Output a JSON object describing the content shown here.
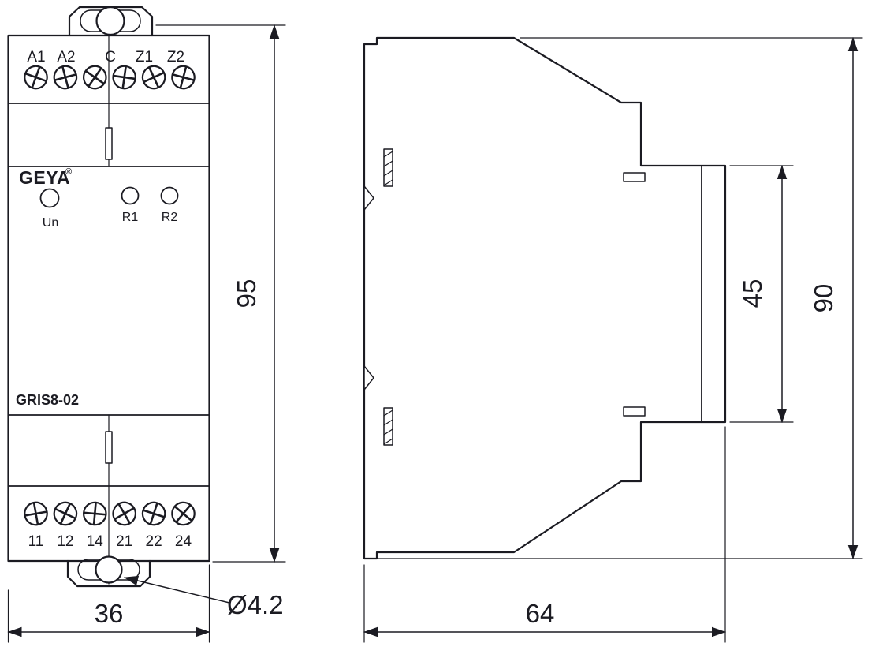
{
  "drawing": {
    "front": {
      "top_terminals": [
        "A1",
        "A2",
        "C",
        "Z1",
        "Z2"
      ],
      "bottom_terminals": [
        "11",
        "12",
        "14",
        "21",
        "22",
        "24"
      ],
      "brand": "GEYA",
      "registered": "®",
      "model": "GRIS8-02",
      "leds": [
        {
          "label": "Un",
          "color": "#1fa24b"
        },
        {
          "label": "R1",
          "color": "#e0251c"
        },
        {
          "label": "R2",
          "color": "#e0251c"
        }
      ],
      "dim_height": "95",
      "dim_width": "36",
      "hole_diameter": "Ø4.2"
    },
    "side": {
      "dim_depth": "64",
      "dim_height": "90",
      "dim_rear": "45"
    },
    "colors": {
      "ink": "#1b1b22",
      "led_green": "#1fa24b",
      "led_red": "#e0251c",
      "background": "#ffffff"
    }
  }
}
